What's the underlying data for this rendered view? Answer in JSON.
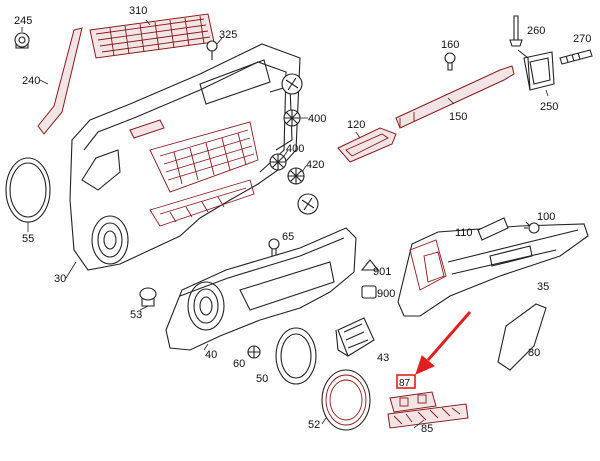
{
  "diagram": {
    "part_labels": [
      "310",
      "245",
      "325",
      "240",
      "260",
      "160",
      "270",
      "250",
      "400",
      "120",
      "150",
      "400",
      "420",
      "55",
      "30",
      "110",
      "100",
      "65",
      "35",
      "901",
      "900",
      "53",
      "40",
      "43",
      "60",
      "80",
      "50",
      "87",
      "52",
      "85"
    ],
    "highlighted_label": "87",
    "arrow_color": "#e02020",
    "line_color": "#222222",
    "part_color": "#8a1a1a"
  }
}
